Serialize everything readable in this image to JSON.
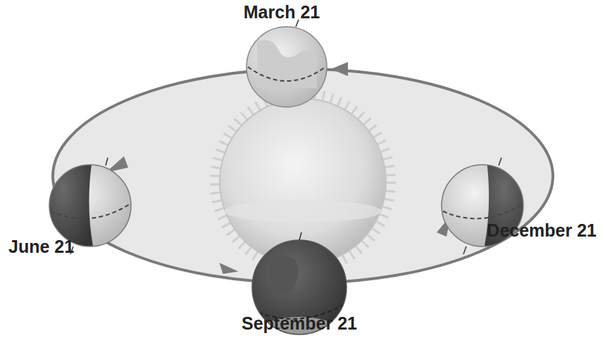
{
  "diagram": {
    "labels": [
      "March 21",
      "June 21",
      "September 21",
      "December 21"
    ]
  }
}
